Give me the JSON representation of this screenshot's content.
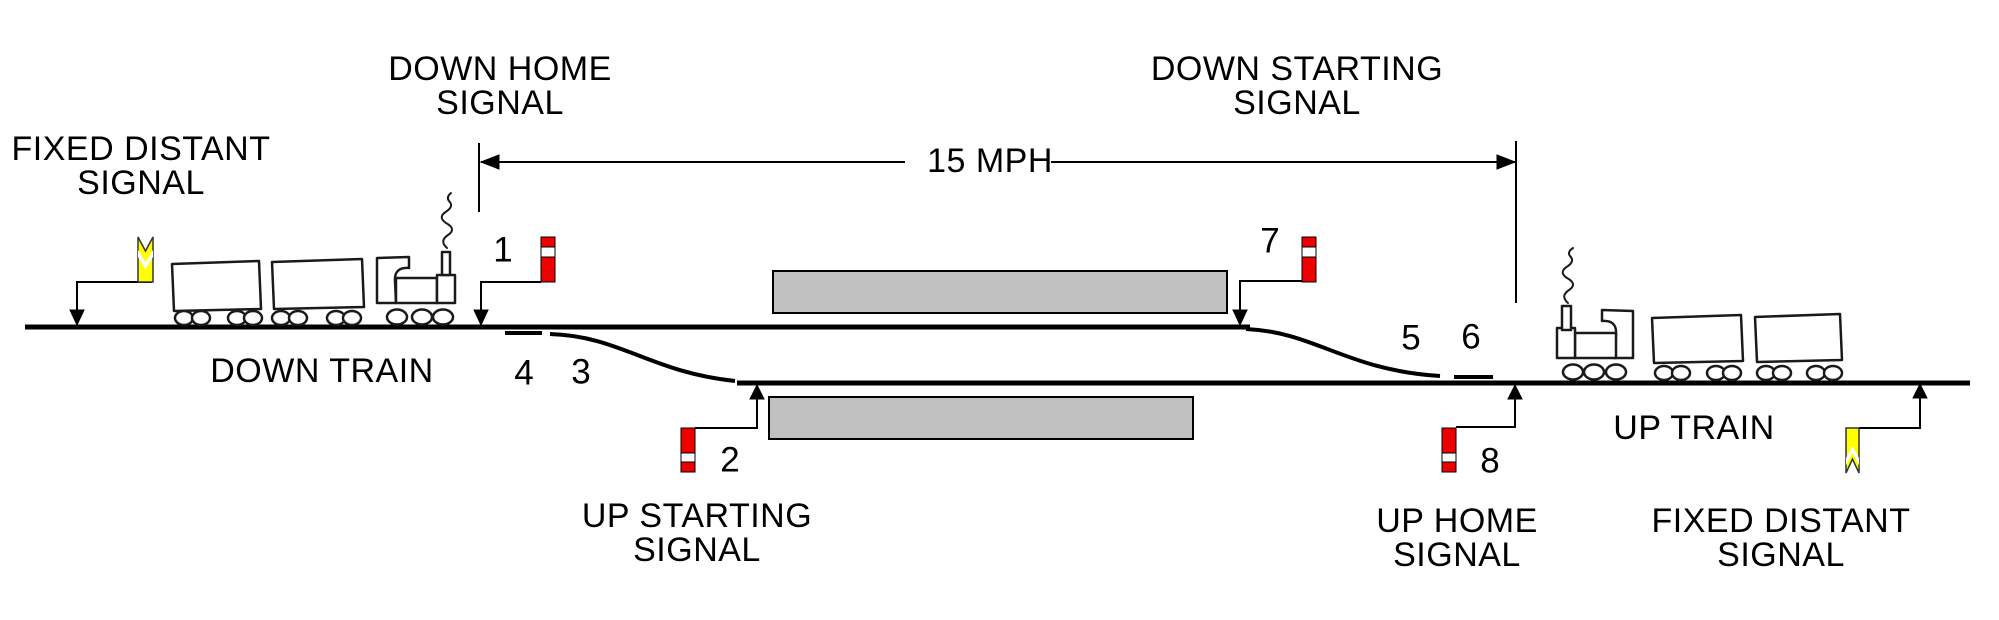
{
  "colors": {
    "signal_red": "#ee0000",
    "signal_band_white": "#ffffff",
    "distant_yellow": "#ffff00",
    "platform_gray": "#c0c0c0",
    "line_black": "#000000",
    "background": "#ffffff"
  },
  "labels": {
    "fixed_distant_left": {
      "line1": "FIXED DISTANT",
      "line2": "SIGNAL"
    },
    "down_home": {
      "line1": "DOWN HOME",
      "line2": "SIGNAL"
    },
    "down_starting": {
      "line1": "DOWN STARTING",
      "line2": "SIGNAL"
    },
    "up_starting": {
      "line1": "UP STARTING",
      "line2": "SIGNAL"
    },
    "up_home": {
      "line1": "UP HOME",
      "line2": "SIGNAL"
    },
    "fixed_distant_right": {
      "line1": "FIXED DISTANT",
      "line2": "SIGNAL"
    },
    "down_train": "DOWN TRAIN",
    "up_train": "UP TRAIN",
    "speed": "15 MPH"
  },
  "signal_numbers": {
    "n1": "1",
    "n2": "2",
    "n3": "3",
    "n4": "4",
    "n5": "5",
    "n6": "6",
    "n7": "7",
    "n8": "8"
  }
}
